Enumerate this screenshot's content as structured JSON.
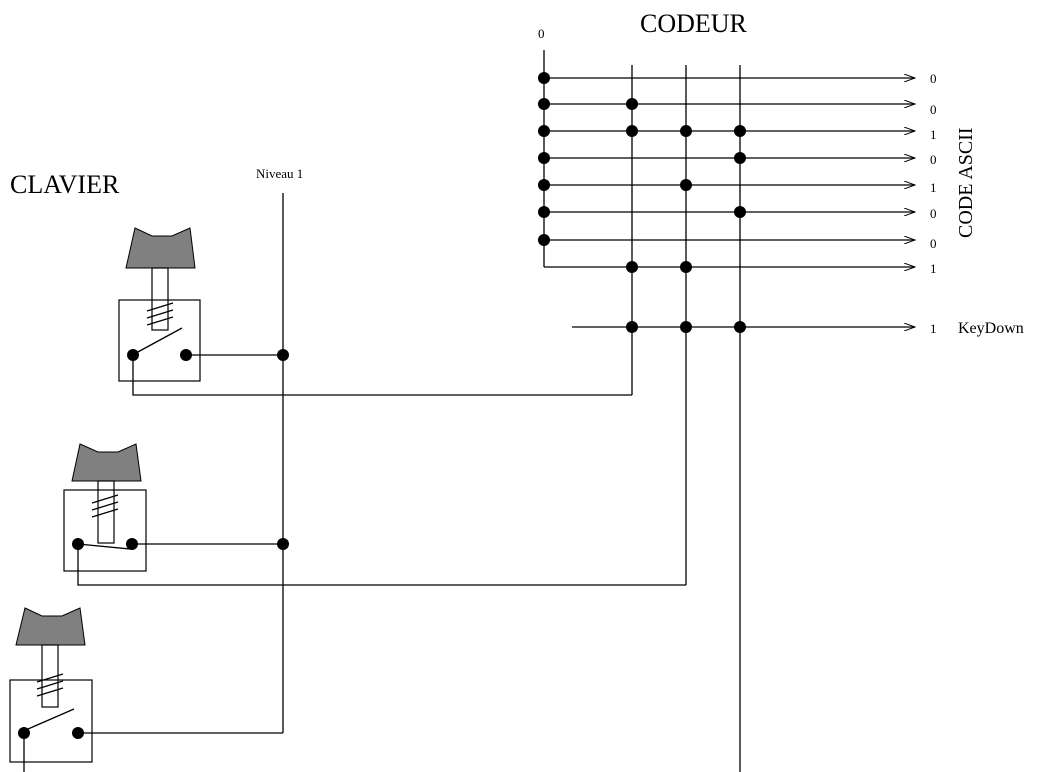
{
  "titles": {
    "codeur": "CODEUR",
    "clavier": "CLAVIER",
    "niveau": "Niveau 1",
    "code_ascii": "CODE ASCII",
    "keydown": "KeyDown",
    "input_zero": "0"
  },
  "output_bits": [
    "0",
    "0",
    "1",
    "0",
    "1",
    "0",
    "0",
    "1"
  ],
  "keydown_bit": "1"
}
